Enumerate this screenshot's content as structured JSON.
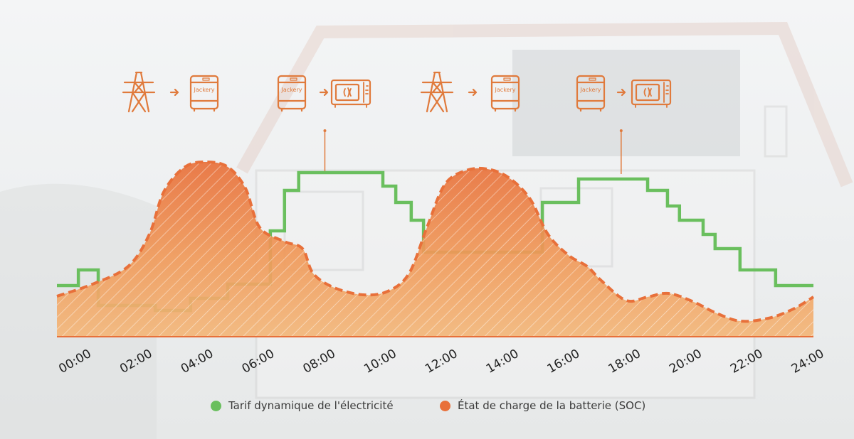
{
  "colors": {
    "tariff": "#6abf5e",
    "soc": "#e8703a",
    "soc_light": "#f3b77a",
    "icon": "#e07a3c"
  },
  "icons": {
    "brand_label": "Jackery",
    "sequence": [
      "power-tower-icon",
      "arrow-right-icon",
      "battery-station-icon",
      "battery-station-icon",
      "arrow-right-icon",
      "microwave-icon",
      "power-tower-icon",
      "arrow-right-icon",
      "battery-station-icon",
      "battery-station-icon",
      "arrow-right-icon",
      "microwave-icon"
    ]
  },
  "chart_data": {
    "type": "line",
    "title": "",
    "xlabel": "",
    "ylabel": "",
    "xlim": [
      0,
      24
    ],
    "ylim": [
      0,
      100
    ],
    "x_ticks": [
      "00:00",
      "02:00",
      "04:00",
      "06:00",
      "08:00",
      "10:00",
      "12:00",
      "14:00",
      "16:00",
      "18:00",
      "20:00",
      "22:00",
      "24:00"
    ],
    "grid": false,
    "legend_placement": "bottom",
    "series": [
      {
        "name": "Tarif dynamique de l'électricité",
        "style": "step",
        "color": "#6abf5e",
        "points": [
          [
            0,
            28.8
          ],
          [
            0.68,
            37.6
          ],
          [
            1.31,
            17.6
          ],
          [
            3.12,
            14.8
          ],
          [
            4.24,
            21.6
          ],
          [
            5.42,
            29.6
          ],
          [
            6.77,
            59.6
          ],
          [
            7.22,
            82.4
          ],
          [
            7.67,
            92.4
          ],
          [
            10.34,
            84.8
          ],
          [
            10.75,
            75.6
          ],
          [
            11.24,
            65.6
          ],
          [
            11.63,
            47.6
          ],
          [
            15.4,
            75.6
          ],
          [
            16.55,
            88.8
          ],
          [
            18.74,
            82.4
          ],
          [
            19.37,
            73.6
          ],
          [
            19.75,
            65.6
          ],
          [
            20.5,
            57.6
          ],
          [
            20.88,
            49.6
          ],
          [
            21.67,
            37.6
          ],
          [
            22.8,
            28.8
          ],
          [
            24,
            28.8
          ]
        ]
      },
      {
        "name": "État de charge de la batterie (SOC)",
        "style": "area-dashed",
        "color": "#e8703a",
        "points": [
          [
            0,
            22.8
          ],
          [
            1.13,
            29.6
          ],
          [
            2.26,
            39.6
          ],
          [
            2.93,
            57.6
          ],
          [
            3.39,
            81.6
          ],
          [
            4.06,
            95.6
          ],
          [
            4.74,
            98.4
          ],
          [
            5.42,
            95.6
          ],
          [
            5.98,
            83.6
          ],
          [
            6.43,
            61.6
          ],
          [
            7.22,
            53.6
          ],
          [
            7.79,
            49.6
          ],
          [
            8.13,
            35.6
          ],
          [
            8.8,
            27.6
          ],
          [
            9.71,
            23.6
          ],
          [
            10.5,
            25.6
          ],
          [
            11.17,
            35.6
          ],
          [
            11.74,
            61.6
          ],
          [
            12.3,
            85.6
          ],
          [
            12.98,
            93.6
          ],
          [
            13.66,
            94.4
          ],
          [
            14.33,
            89.6
          ],
          [
            15.01,
            77.6
          ],
          [
            15.58,
            57.6
          ],
          [
            16.25,
            45.6
          ],
          [
            16.82,
            39.6
          ],
          [
            17.27,
            31.6
          ],
          [
            18.06,
            20.4
          ],
          [
            18.74,
            22.4
          ],
          [
            19.41,
            24.4
          ],
          [
            20.2,
            19.6
          ],
          [
            20.88,
            13.6
          ],
          [
            21.67,
            8.8
          ],
          [
            22.57,
            10.4
          ],
          [
            23.36,
            15.6
          ],
          [
            24,
            22.4
          ]
        ]
      }
    ],
    "markers_at_hours": [
      8.5,
      17.9
    ]
  },
  "legend": {
    "tariff_label": "Tarif dynamique de l'électricité",
    "soc_label": "État de charge de la batterie (SOC)"
  }
}
